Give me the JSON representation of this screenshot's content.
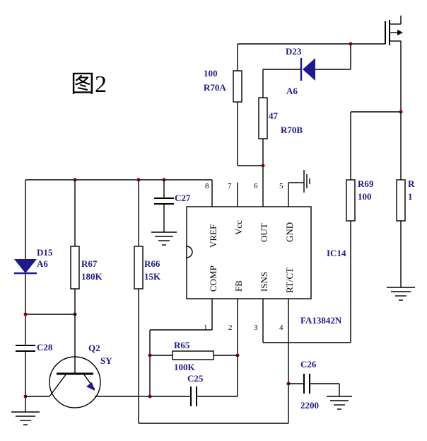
{
  "figure": {
    "title": "图2",
    "ic": {
      "ref": "IC14",
      "part": "FA13842N",
      "top_labels": [
        "VREF",
        "Vcc",
        "OUT",
        "GND"
      ],
      "bottom_labels": [
        "COMP",
        "FB",
        "ISNS",
        "RT/CT"
      ],
      "top_pins": [
        "8",
        "7",
        "6",
        "5"
      ],
      "bottom_pins": [
        "1",
        "2",
        "3",
        "4"
      ]
    },
    "components": {
      "r70a_value": "100",
      "r70a_ref": "R70A",
      "r70b_value": "47",
      "r70b_ref": "R70B",
      "d23_ref": "D23",
      "d23_value": "A6",
      "r69_ref": "R69",
      "r69_value": "100",
      "r_right_ref": "R",
      "r_right_value": "1",
      "c27_ref": "C27",
      "d15_ref": "D15",
      "d15_value": "A6",
      "r67_ref": "R67",
      "r67_value": "180K",
      "r66_ref": "R66",
      "r66_value": "15K",
      "c28_ref": "C28",
      "q2_ref": "Q2",
      "q2_value": "SY",
      "r65_ref": "R65",
      "r65_value": "100K",
      "c25_ref": "C25",
      "c26_ref": "C26",
      "c26_value": "2200"
    }
  }
}
